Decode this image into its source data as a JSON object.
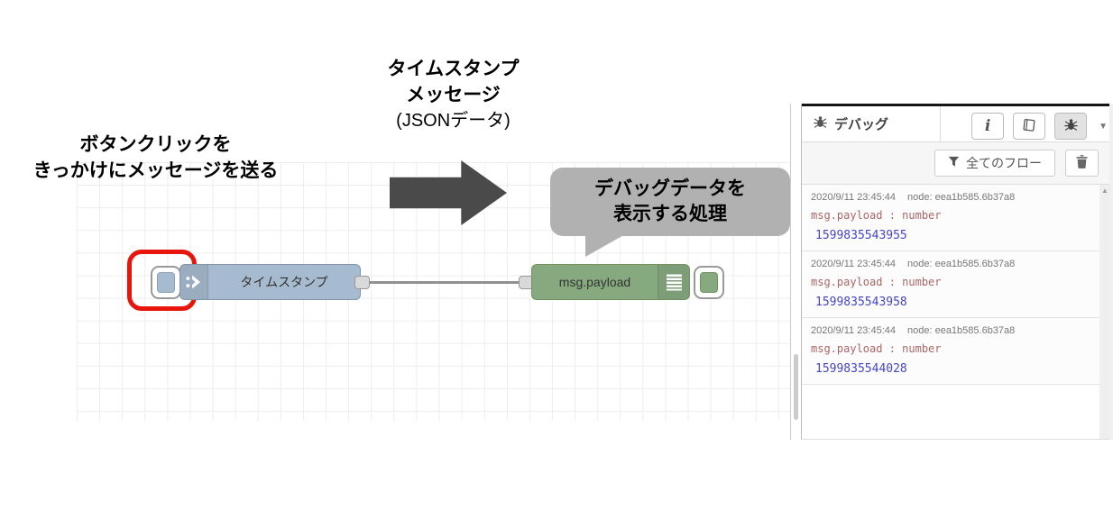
{
  "annotations": {
    "trigger_note": {
      "line1": "ボタンクリックを",
      "line2": "きっかけにメッセージを送る"
    },
    "message_note": {
      "line1": "タイムスタンプ",
      "line2": "メッセージ",
      "line3": "(JSONデータ)"
    },
    "debug_note": {
      "line1": "デバッグデータを",
      "line2": "表示する処理"
    }
  },
  "flow": {
    "inject_node": {
      "label": "タイムスタンプ",
      "color": "#a6bbcf",
      "icon": "inject-arrow-icon"
    },
    "debug_node": {
      "label": "msg.payload",
      "color": "#87a980",
      "icon": "debug-lines-icon"
    },
    "highlight_color": "#e8150d"
  },
  "sidebar": {
    "tab": {
      "label": "デバッグ",
      "icon": "bug-icon"
    },
    "header_buttons": [
      {
        "name": "info",
        "glyph": "i"
      },
      {
        "name": "help-book"
      },
      {
        "name": "debug-bug",
        "active": true
      },
      {
        "name": "caret-down",
        "glyph": "▼"
      }
    ],
    "toolbar": {
      "filter_button": "全てのフロー",
      "filter_icon": "funnel-icon",
      "trash_icon": "trash-icon"
    },
    "scroll_up_glyph": "▲",
    "messages": [
      {
        "timestamp": "2020/9/11 23:45:44",
        "node_id": "node: eea1b585.6b37a8",
        "property": "msg.payload : number",
        "value": "1599835543955"
      },
      {
        "timestamp": "2020/9/11 23:45:44",
        "node_id": "node: eea1b585.6b37a8",
        "property": "msg.payload : number",
        "value": "1599835543958"
      },
      {
        "timestamp": "2020/9/11 23:45:44",
        "node_id": "node: eea1b585.6b37a8",
        "property": "msg.payload : number",
        "value": "1599835544028"
      }
    ],
    "colors": {
      "meta_text": "#777777",
      "property_text": "#aa6666",
      "value_text": "#4545c8"
    }
  },
  "misc_colors": {
    "arrow": "#4a4a4a",
    "bubble": "#b1b1b1",
    "grid_line": "#ededed"
  }
}
